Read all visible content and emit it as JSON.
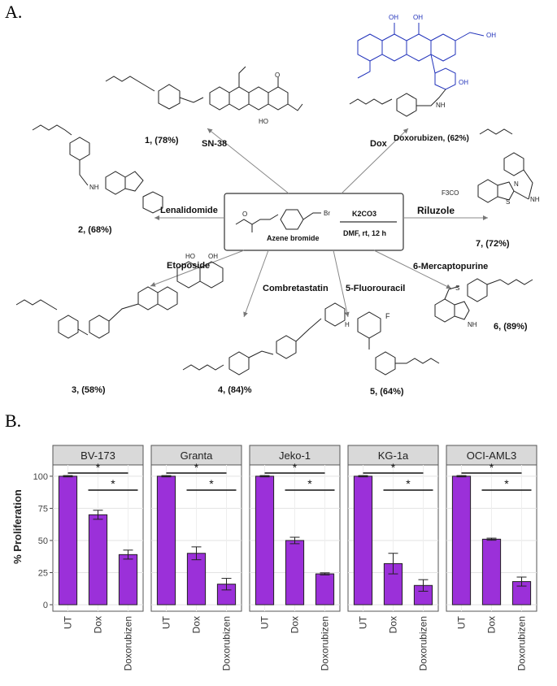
{
  "panel_labels": {
    "a": "A.",
    "b": "B."
  },
  "scheme": {
    "reagent": "Azene bromide",
    "conditions_top": "K2CO3",
    "conditions_bottom": "DMF, rt, 12 h",
    "drugs": [
      {
        "name": "SN-38",
        "product": "1, (78%)"
      },
      {
        "name": "Dox",
        "product": "Doxorubizen, (62%)"
      },
      {
        "name": "Lenalidomide",
        "product": "2, (68%)"
      },
      {
        "name": "Riluzole",
        "product": "7, (72%)"
      },
      {
        "name": "Etoposide",
        "product": "3, (58%)"
      },
      {
        "name": "Combretastatin",
        "product": "4, (84)%"
      },
      {
        "name": "5-Fluorouracil",
        "product": "5, (64%)"
      },
      {
        "name": "6-Mercaptopurine",
        "product": "6, (89%)"
      }
    ],
    "fragments": {
      "oh": "OH",
      "o": "O",
      "n": "N",
      "nh": "NH",
      "h": "H",
      "f": "F",
      "s": "S",
      "br": "Br",
      "cf3o": "F3CO",
      "ho": "HO"
    }
  },
  "chart_data": {
    "type": "bar",
    "ylabel": "% Proliferation",
    "ylim": [
      0,
      105
    ],
    "yticks": [
      0,
      25,
      50,
      75,
      100
    ],
    "categories": [
      "UT",
      "Dox",
      "Doxorubizen"
    ],
    "bar_color": "#9b30d9",
    "panels": [
      {
        "title": "BV-173",
        "values": [
          100,
          70,
          39
        ],
        "errors": [
          0.5,
          3.5,
          3.5
        ]
      },
      {
        "title": "Granta",
        "values": [
          100,
          40,
          16
        ],
        "errors": [
          0.5,
          5,
          4.5
        ]
      },
      {
        "title": "Jeko-1",
        "values": [
          100,
          50,
          24
        ],
        "errors": [
          0.5,
          2.5,
          0.8
        ]
      },
      {
        "title": "KG-1a",
        "values": [
          100,
          32,
          15
        ],
        "errors": [
          0.5,
          8,
          4.5
        ]
      },
      {
        "title": "OCI-AML3",
        "values": [
          100,
          51,
          18
        ],
        "errors": [
          0.5,
          0.8,
          3.5
        ]
      }
    ],
    "significance_marker": "*",
    "grid": true
  }
}
